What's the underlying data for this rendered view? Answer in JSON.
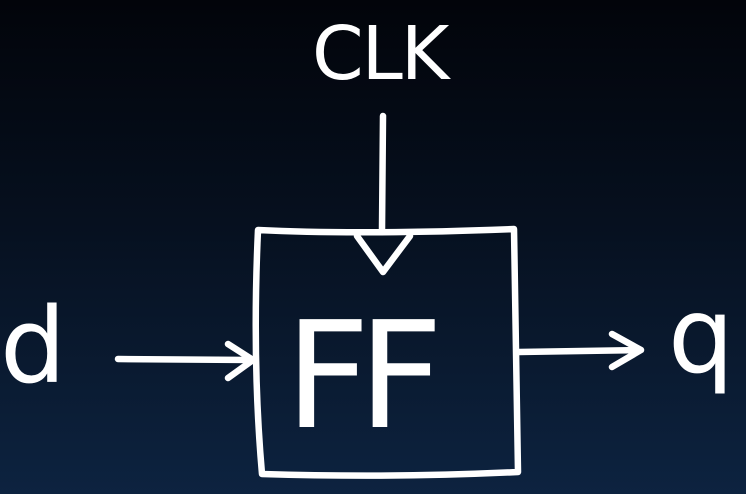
{
  "clock_label": "CLK",
  "block_label": "FF",
  "input_label": "d",
  "output_label": "q",
  "colors": {
    "chalk": "#ffffff",
    "background_top": "#02040a",
    "background_bottom": "#0d2340"
  }
}
